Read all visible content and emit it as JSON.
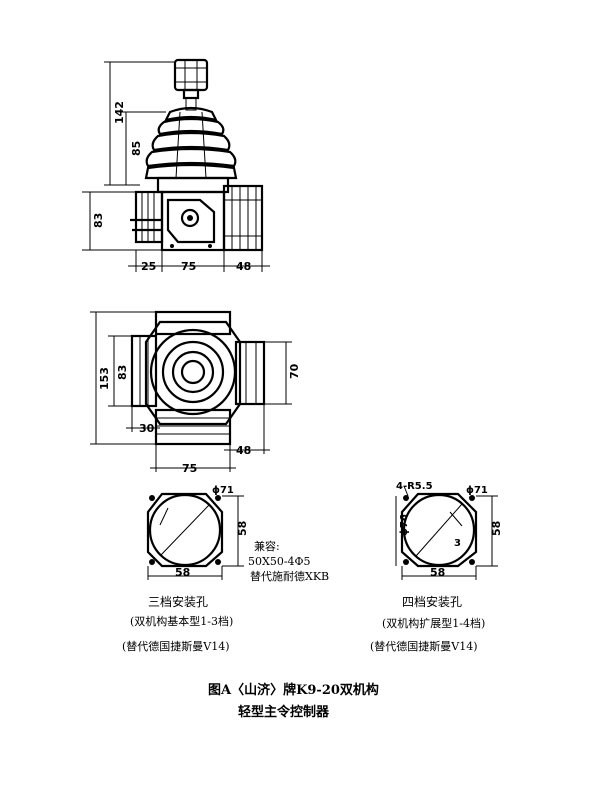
{
  "front_view": {
    "dims": {
      "total_height": "142",
      "boot_height": "85",
      "base_height": "83",
      "left_offset": "25",
      "center_width": "75",
      "right_width": "48"
    }
  },
  "top_view": {
    "dims": {
      "overall_height": "153",
      "mid_height": "83",
      "right_height": "70",
      "left_offset": "30",
      "right_width": "48",
      "bottom_width": "75"
    }
  },
  "hole_pattern_3": {
    "dia": "ϕ71",
    "width": "58",
    "height": "58",
    "note_title": "兼容:",
    "note_line1": "50X50-4Φ5",
    "note_line2": "替代施耐德XKB",
    "title": "三档安装孔",
    "subtitle": "(双机构基本型1-3档)",
    "replace": "(替代德国捷斯曼V14)"
  },
  "hole_pattern_4": {
    "corner": "4-R5.5",
    "dia": "ϕ71",
    "inner_dia": "ϕ76",
    "width": "58",
    "height": "58",
    "small": "3",
    "title": "四档安装孔",
    "subtitle": "(双机构扩展型1-4档)",
    "replace": "(替代德国捷斯曼V14)"
  },
  "caption": {
    "line1": "图A〈山济〉牌K9-20双机构",
    "line2": "轻型主令控制器"
  }
}
